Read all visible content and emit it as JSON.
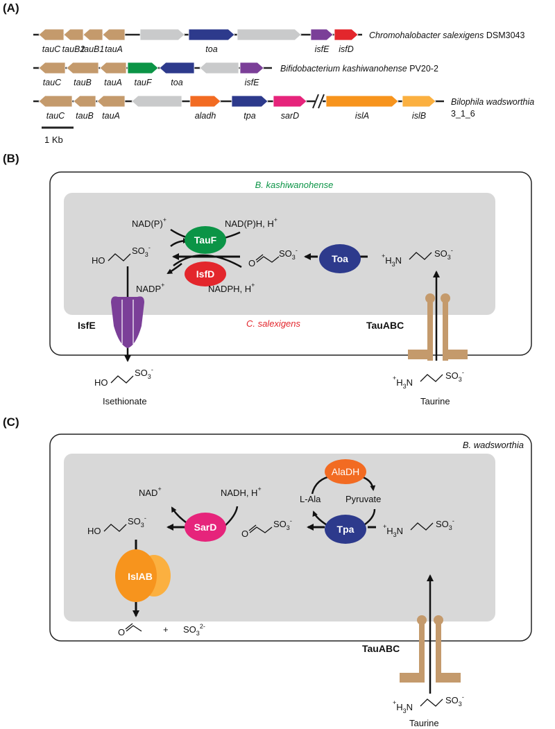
{
  "panel_labels": [
    "(A)",
    "(B)",
    "(C)"
  ],
  "colors": {
    "tau": "#c49a6c",
    "grey": "#c9cacb",
    "blue": "#2d3a8c",
    "purple": "#7b3f98",
    "red": "#e3262c",
    "green": "#0b9446",
    "orange": "#f26b22",
    "pink": "#e6247b",
    "isl": "#f7941d",
    "islB": "#fbb040",
    "cell_bg": "#d8d8d8"
  },
  "panelA": {
    "rows": [
      {
        "organism_italic": "Chromohalobacter salexigens",
        "organism_strain": " DSM3043",
        "genes": [
          {
            "label": "tauC",
            "color": "tau"
          },
          {
            "label": "tauB2",
            "color": "tau"
          },
          {
            "label": "tauB1",
            "color": "tau"
          },
          {
            "label": "tauA",
            "color": "tau"
          },
          {
            "label": "",
            "color": "grey"
          },
          {
            "label": "toa",
            "color": "blue"
          },
          {
            "label": "",
            "color": "grey"
          },
          {
            "label": "isfE",
            "color": "purple"
          },
          {
            "label": "isfD",
            "color": "red"
          }
        ]
      },
      {
        "organism_italic": "Bifidobacterium kashiwanohense",
        "organism_strain": " PV20-2",
        "genes": [
          {
            "label": "tauC",
            "color": "tau"
          },
          {
            "label": "tauB",
            "color": "tau"
          },
          {
            "label": "tauA",
            "color": "tau"
          },
          {
            "label": "tauF",
            "color": "green"
          },
          {
            "label": "toa",
            "color": "blue"
          },
          {
            "label": "",
            "color": "grey"
          },
          {
            "label": "isfE",
            "color": "purple"
          }
        ]
      },
      {
        "organism_italic": "Bilophila wadsworthia",
        "organism_strain": "3_1_6",
        "genes": [
          {
            "label": "tauC",
            "color": "tau"
          },
          {
            "label": "tauB",
            "color": "tau"
          },
          {
            "label": "tauA",
            "color": "tau"
          },
          {
            "label": "",
            "color": "grey"
          },
          {
            "label": "aladh",
            "color": "orange"
          },
          {
            "label": "tpa",
            "color": "blue"
          },
          {
            "label": "sarD",
            "color": "pink"
          },
          {
            "label": "islA",
            "color": "isl"
          },
          {
            "label": "islB",
            "color": "islB"
          }
        ]
      }
    ],
    "scale_label": "1 Kb"
  },
  "panelB": {
    "org_top": "B. kashiwanohense",
    "org_bottom": "C. salexigens",
    "enzymes": {
      "tauF": "TauF",
      "isfD": "IsfD",
      "toa": "Toa"
    },
    "cofactors": {
      "nadp_plus": "NAD(P)",
      "nadph_h": "NAD(P)H, H",
      "nadp": "NADP",
      "nadph": "NADPH, H",
      "plus": "+"
    },
    "chem": {
      "ho": "HO",
      "so3": "SO",
      "sub3": "3",
      "minus": "-",
      "o": "O",
      "h3n_plus": "+",
      "h3n": "H",
      "n": "N"
    },
    "transporters": {
      "isfE": "IsfE",
      "tauABC": "TauABC"
    },
    "names": {
      "isethionate": "Isethionate",
      "taurine": "Taurine"
    }
  },
  "panelC": {
    "org": "B. wadsworthia",
    "enzymes": {
      "alaDH": "AlaDH",
      "sarD": "SarD",
      "tpa": "Tpa",
      "islAB": "IslAB"
    },
    "cofactors": {
      "nad": "NAD",
      "nadh": "NADH, H",
      "plus": "+",
      "lala": "L-Ala",
      "pyruvate": "Pyruvate"
    },
    "products": {
      "plus_sign": "+",
      "so3": "SO",
      "sub3": "3",
      "charge": "2-"
    },
    "transporter": "TauABC",
    "taurine": "Taurine"
  }
}
